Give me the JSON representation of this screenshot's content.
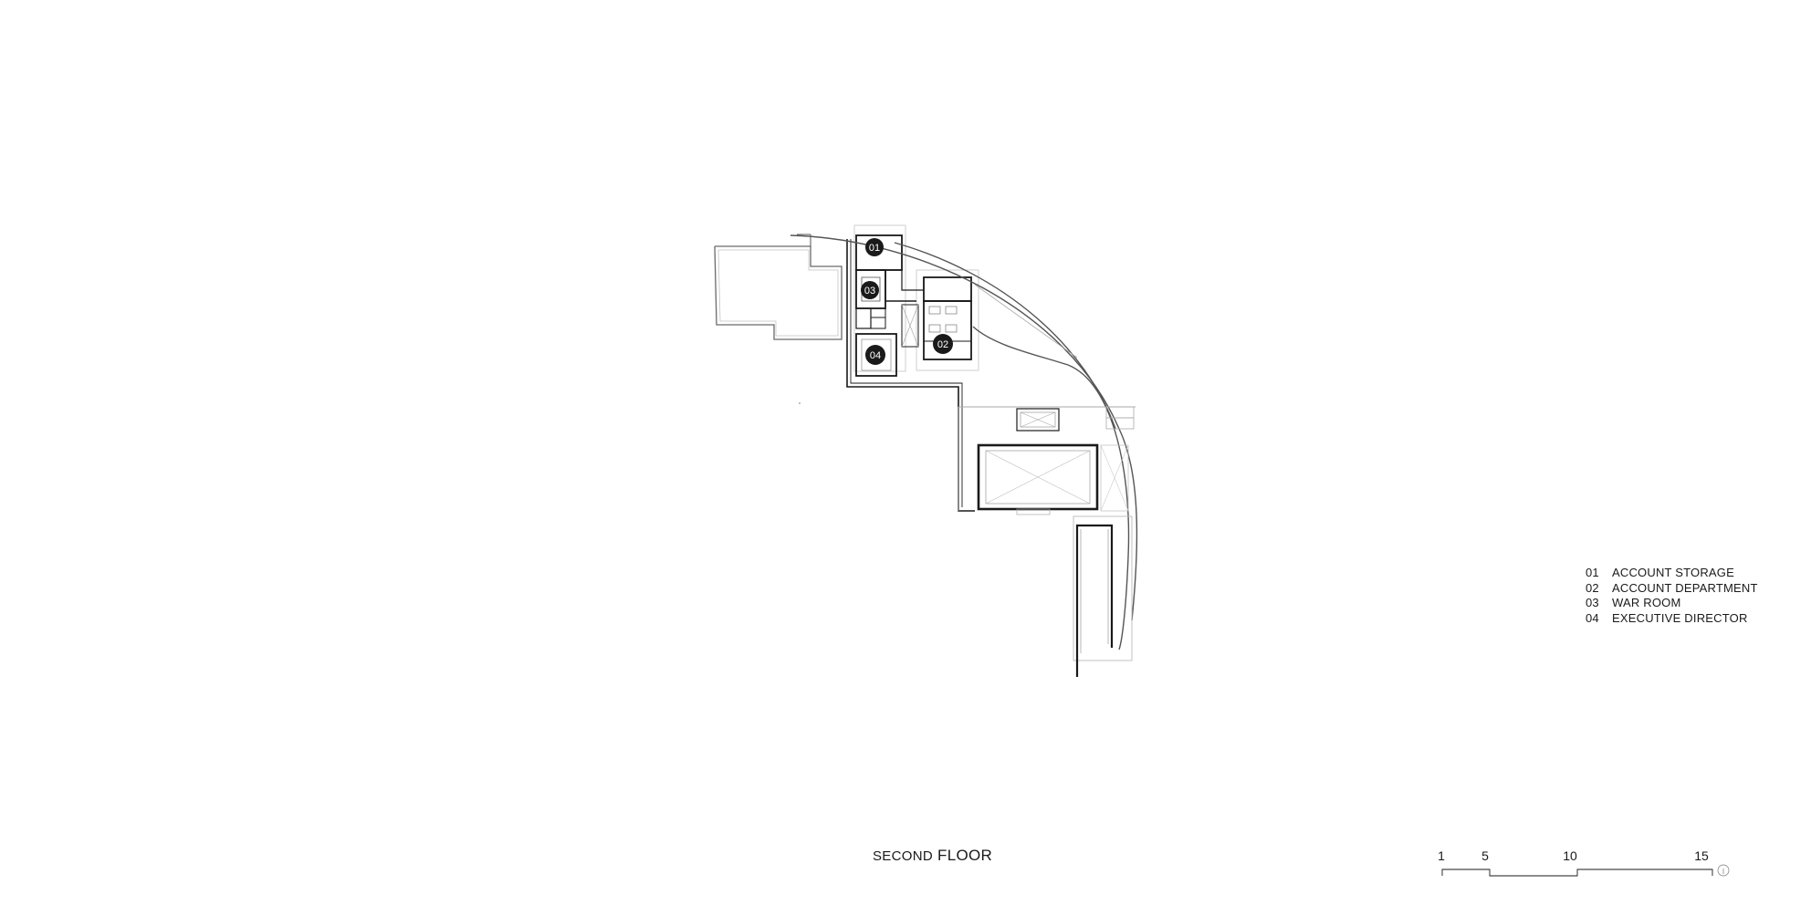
{
  "rooms": [
    {
      "number": "01",
      "name": "ACCOUNT STORAGE"
    },
    {
      "number": "02",
      "name": "ACCOUNT DEPARTMENT"
    },
    {
      "number": "03",
      "name": "WAR ROOM"
    },
    {
      "number": "04",
      "name": "EXECUTIVE DIRECTOR"
    }
  ],
  "title": {
    "part1": "SECOND",
    "part2": "FLOOR"
  },
  "scale_bar": {
    "labels": [
      "1",
      "5",
      "10",
      "15"
    ]
  },
  "colors": {
    "line": "#1a1a1a",
    "thin_line": "#9a9a9a",
    "marker_fill": "#1a1a1a",
    "marker_text": "#ffffff"
  }
}
